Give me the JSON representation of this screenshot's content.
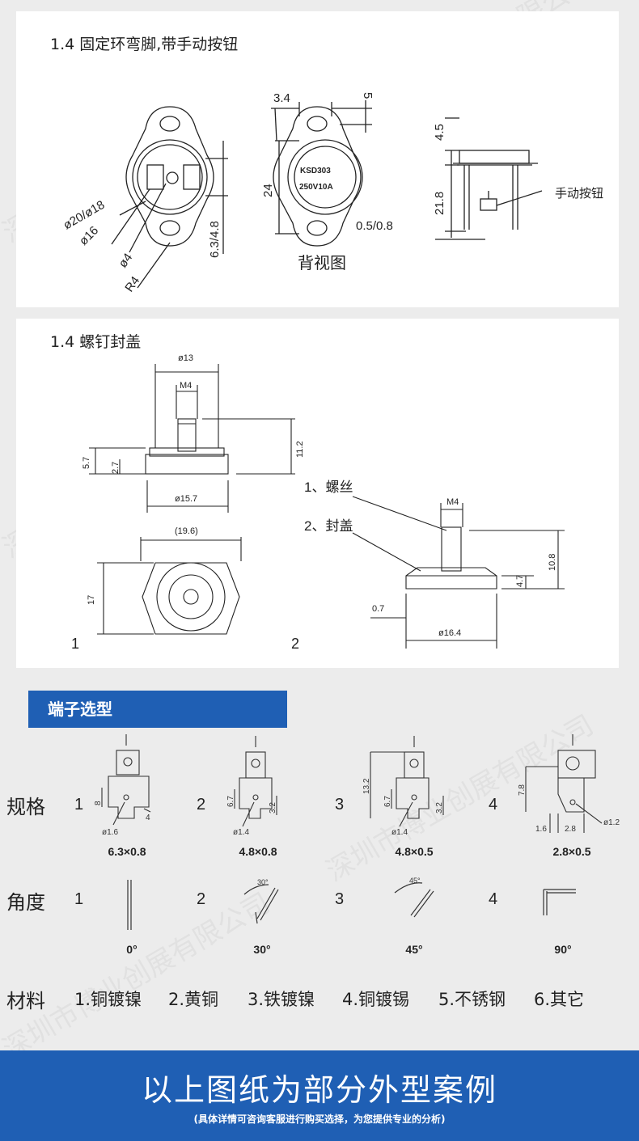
{
  "section1": {
    "title": "1.4 固定环弯脚,带手动按钮",
    "dims_front": [
      "ø20/ø18",
      "ø16",
      "ø4",
      "R4",
      "6.3/4.8"
    ],
    "dims_back": [
      "3.4",
      "5",
      "24"
    ],
    "marking": [
      "KSD303",
      "250V10A"
    ],
    "back_label": "背视图",
    "dims_side": [
      "4.5",
      "21.8",
      "0.5/0.8"
    ],
    "button_label": "手动按钮"
  },
  "section2": {
    "title": "1.4 螺钉封盖",
    "dims_top": [
      "ø13",
      "M4",
      "11.2",
      "5.7",
      "2.7",
      "ø15.7"
    ],
    "dims_hex": [
      "(19.6)",
      "17"
    ],
    "dims_right": [
      "M4",
      "10.8",
      "4.7",
      "0.7",
      "ø16.4"
    ],
    "callouts": [
      "1、螺丝",
      "2、封盖"
    ],
    "fig_numbers": [
      "1",
      "2"
    ]
  },
  "terminal": {
    "header": "端子选型",
    "spec_label": "规格",
    "angle_label": "角度",
    "material_label": "材料",
    "specs": [
      {
        "num": "1",
        "caption": "6.3×0.8",
        "dims": [
          "8",
          "4",
          "ø1.6"
        ]
      },
      {
        "num": "2",
        "caption": "4.8×0.8",
        "dims": [
          "6.7",
          "3.2",
          "ø1.4"
        ]
      },
      {
        "num": "3",
        "caption": "4.8×0.5",
        "dims": [
          "13.2",
          "6.7",
          "3.2",
          "ø1.4"
        ]
      },
      {
        "num": "4",
        "caption": "2.8×0.5",
        "dims": [
          "7.8",
          "1.6",
          "2.8",
          "ø1.2"
        ]
      }
    ],
    "angles": [
      {
        "num": "1",
        "caption": "0°"
      },
      {
        "num": "2",
        "caption": "30°",
        "mark": "30°"
      },
      {
        "num": "3",
        "caption": "45°",
        "mark": "45°"
      },
      {
        "num": "4",
        "caption": "90°"
      }
    ],
    "materials": [
      "1.铜镀镍",
      "2.黄铜",
      "3.铁镀镍",
      "4.铜镀锡",
      "5.不锈钢",
      "6.其它"
    ]
  },
  "footer": {
    "title": "以上图纸为部分外型案例",
    "subtitle": "(具体详情可咨询客服进行购买选择，为您提供专业的分析)"
  },
  "watermark": "深圳市博业创展有限公司"
}
